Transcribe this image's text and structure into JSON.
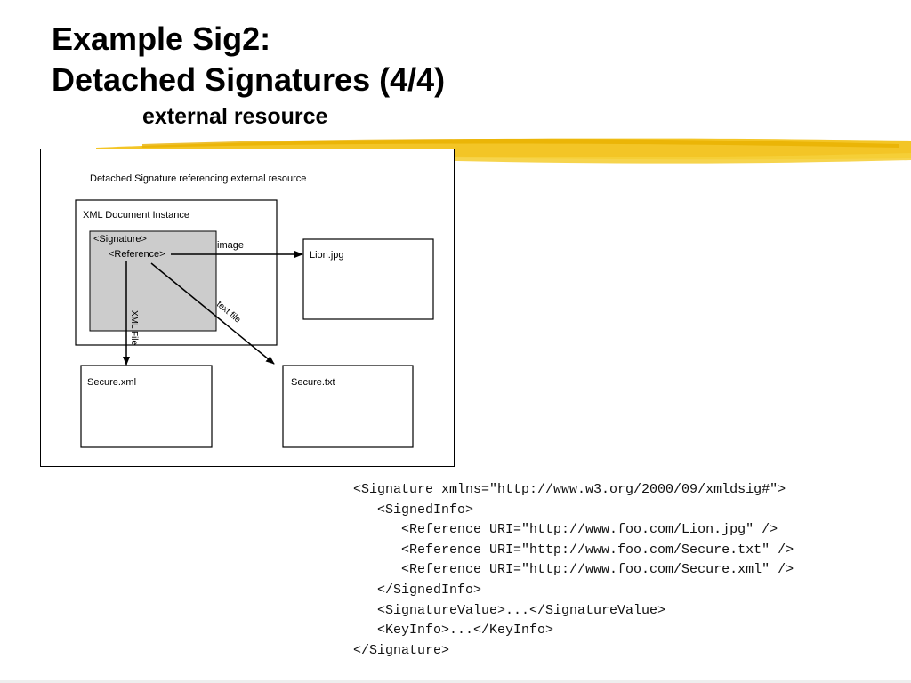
{
  "slide": {
    "title_line1": "Example Sig2:",
    "title_line2": "Detached Signatures (4/4)",
    "subtitle": "external resource",
    "highlight_color": "#f2c21a"
  },
  "diagram": {
    "caption": "Detached Signature referencing external resource",
    "document_label": "XML Document Instance",
    "signature_label": "<Signature>",
    "reference_label": "<Reference>",
    "image_label": "image",
    "xml_file_label": "XML File",
    "text_file_label": "text file",
    "lion_label": "Lion.jpg",
    "secure_xml_label": "Secure.xml",
    "secure_txt_label": "Secure.txt",
    "signature_fill": "#cccccc"
  },
  "code": {
    "lines": [
      "<Signature xmlns=\"http://www.w3.org/2000/09/xmldsig#\">",
      "   <SignedInfo>",
      "      <Reference URI=\"http://www.foo.com/Lion.jpg\" />",
      "      <Reference URI=\"http://www.foo.com/Secure.txt\" />",
      "      <Reference URI=\"http://www.foo.com/Secure.xml\" />",
      "   </SignedInfo>",
      "   <SignatureValue>...</SignatureValue>",
      "   <KeyInfo>...</KeyInfo>",
      "</Signature>"
    ]
  }
}
